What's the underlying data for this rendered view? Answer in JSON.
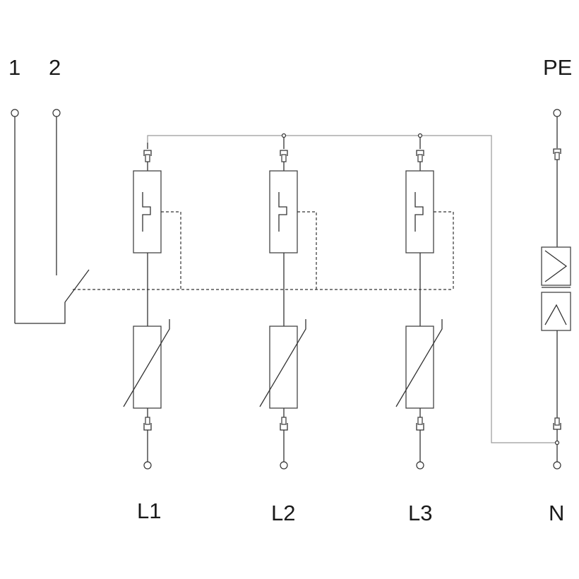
{
  "terminals": {
    "aux_1": "1",
    "aux_2": "2",
    "pe": "PE",
    "l1": "L1",
    "l2": "L2",
    "l3": "L3",
    "n": "N"
  }
}
